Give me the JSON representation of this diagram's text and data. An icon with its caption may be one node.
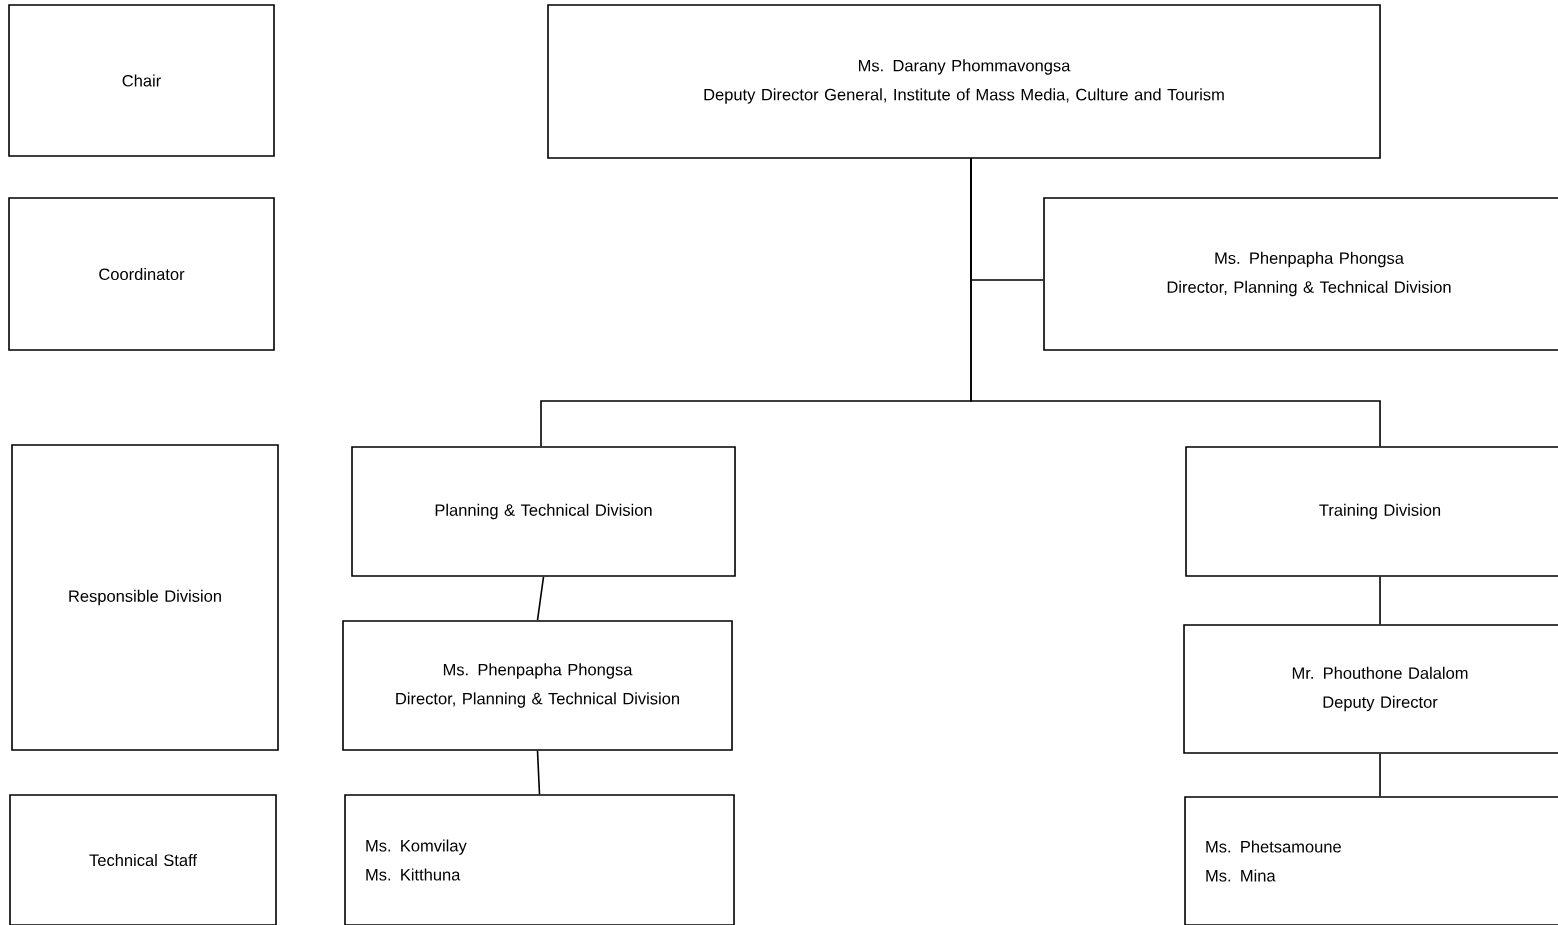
{
  "diagram": {
    "nodes": [
      {
        "text": [
          "Chair"
        ]
      },
      {
        "text": [
          "Ms. Darany Phommavongsa",
          "Deputy Director General, Institute of Mass Media, Culture and Tourism"
        ]
      },
      {
        "text": [
          "Coordinator"
        ]
      },
      {
        "text": [
          "Ms. Phenpapha Phongsa",
          "Director, Planning & Technical Division"
        ]
      },
      {
        "text": [
          "Responsible Division"
        ]
      },
      {
        "text": [
          "Planning & Technical Division"
        ]
      },
      {
        "text": [
          "Training Division"
        ]
      },
      {
        "text": [
          "Ms. Phenpapha Phongsa",
          "Director, Planning & Technical Division"
        ]
      },
      {
        "text": [
          "Mr. Phouthone Dalalom",
          "Deputy Director"
        ]
      },
      {
        "text": [
          "Technical Staff"
        ]
      },
      {
        "text": [
          "Ms. Komvilay",
          "Ms. Kitthuna"
        ]
      },
      {
        "text": [
          "Ms. Phetsamoune",
          "Ms. Mina"
        ]
      }
    ],
    "edges": [
      {
        "from": 1,
        "to": 3,
        "arrow": "none"
      },
      {
        "from": 1,
        "to": 5,
        "arrow": "none"
      },
      {
        "from": 1,
        "to": 6,
        "arrow": "none"
      },
      {
        "from": 5,
        "to": 7,
        "arrow": "none"
      },
      {
        "from": 7,
        "to": 10,
        "arrow": "none"
      },
      {
        "from": 6,
        "to": 8,
        "arrow": "none"
      },
      {
        "from": 8,
        "to": 11,
        "arrow": "none"
      }
    ]
  }
}
